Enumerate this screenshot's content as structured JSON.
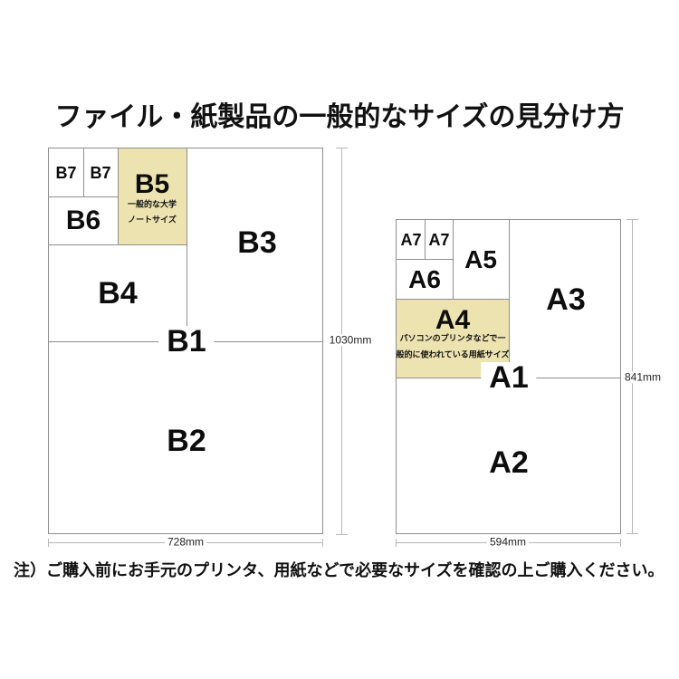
{
  "title": "ファイル・紙製品の一般的なサイズの見分け方",
  "footer_note": "注）ご購入前にお手元のプリンタ、用紙などで必要なサイズを確認の上ご購入ください。",
  "colors": {
    "highlight_beige": "#ede3b0",
    "diagram_line_gray": "#8f8f8f",
    "dimension_line_gray": "#b8b8b8",
    "text_black": "#111111"
  },
  "b_diagram": {
    "labels": {
      "b1": "B1",
      "b2": "B2",
      "b3": "B3",
      "b4": "B4",
      "b5": "B5",
      "b6": "B6",
      "b7_left": "B7",
      "b7_right": "B7"
    },
    "b5_caption": {
      "line1": "一般的な大学",
      "line2": "ノートサイズ"
    },
    "height_label": "1030mm",
    "width_label": "728mm"
  },
  "a_diagram": {
    "labels": {
      "a1": "A1",
      "a2": "A2",
      "a3": "A3",
      "a4": "A4",
      "a5": "A5",
      "a6": "A6",
      "a7_left": "A7",
      "a7_right": "A7"
    },
    "a4_caption": {
      "line1": "パソコンのプリンタなどで一",
      "line2": "般的に使われている用紙サイズ"
    },
    "height_label": "841mm",
    "width_label": "594mm"
  }
}
